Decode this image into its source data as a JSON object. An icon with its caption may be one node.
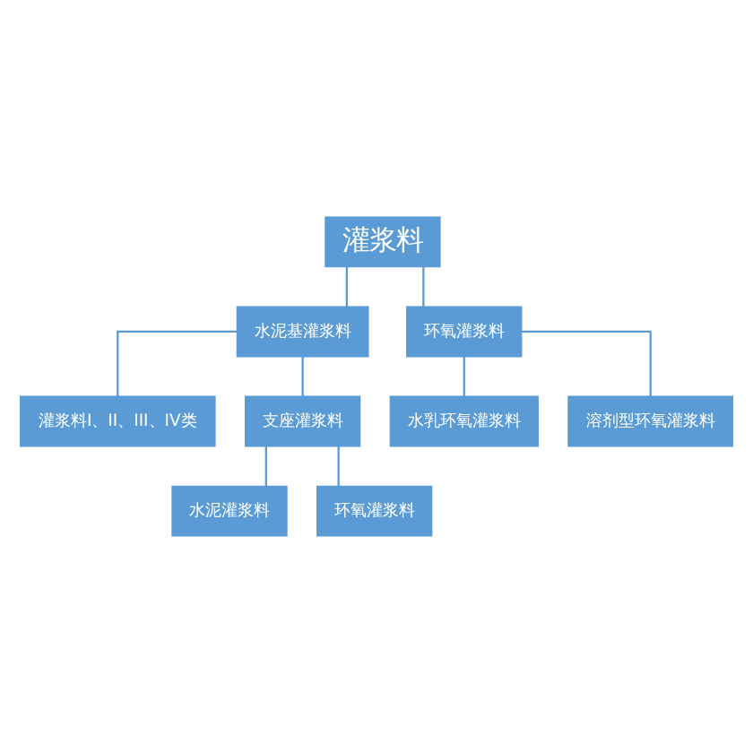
{
  "diagram": {
    "nodes": [
      {
        "text": [
          "灌浆料"
        ]
      },
      {
        "text": [
          "水泥基灌浆料"
        ]
      },
      {
        "text": [
          "环氧灌浆料"
        ]
      },
      {
        "text": [
          "灌浆料I、II、III、IV类"
        ]
      },
      {
        "text": [
          "支座灌浆料"
        ]
      },
      {
        "text": [
          "水乳环氧灌浆料"
        ]
      },
      {
        "text": [
          "溶剂型环氧灌浆料"
        ]
      },
      {
        "text": [
          "水泥灌浆料"
        ]
      },
      {
        "text": [
          "环氧灌浆料"
        ]
      }
    ],
    "edges": [
      {
        "from": 0,
        "to": 1,
        "arrow": "none"
      },
      {
        "from": 0,
        "to": 2,
        "arrow": "none"
      },
      {
        "from": 1,
        "to": 3,
        "arrow": "none"
      },
      {
        "from": 1,
        "to": 4,
        "arrow": "none"
      },
      {
        "from": 2,
        "to": 5,
        "arrow": "none"
      },
      {
        "from": 2,
        "to": 6,
        "arrow": "none"
      },
      {
        "from": 4,
        "to": 7,
        "arrow": "none"
      },
      {
        "from": 4,
        "to": 8,
        "arrow": "none"
      }
    ]
  }
}
